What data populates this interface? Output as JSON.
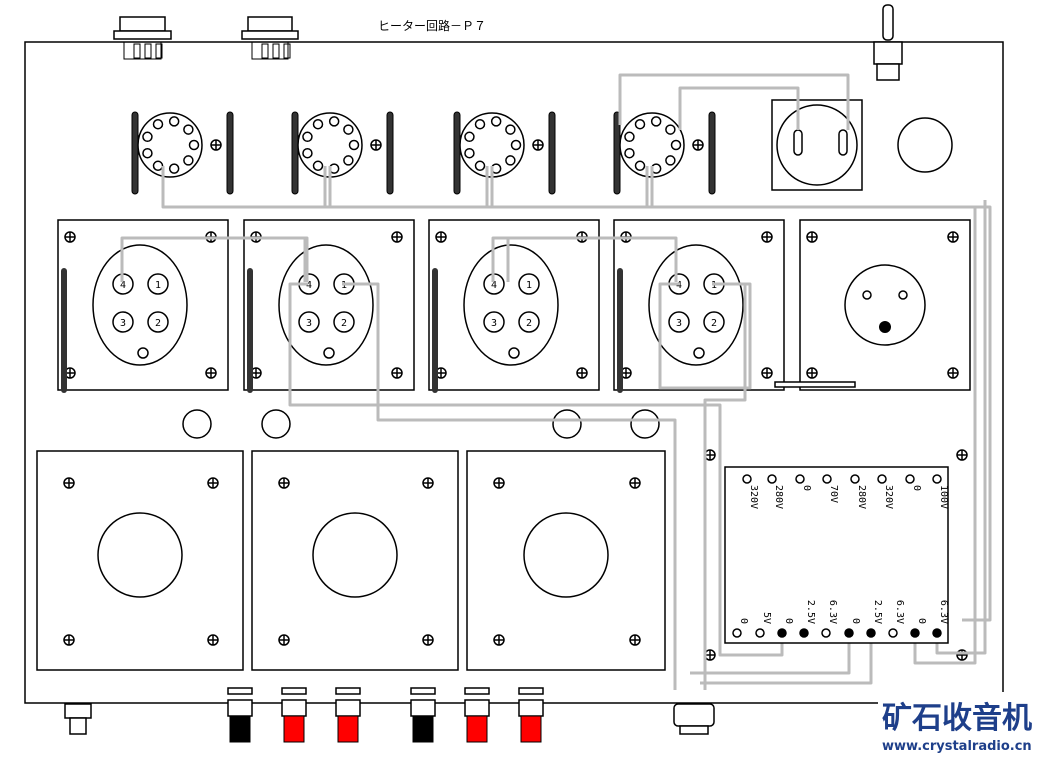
{
  "title": "ヒーター回路－Ｐ７",
  "tube_sockets_4pin": {
    "pins": [
      "1",
      "2",
      "3",
      "4"
    ]
  },
  "transformer": {
    "top_taps": [
      "320V",
      "280V",
      "0",
      "70V",
      "280V",
      "320V",
      "0",
      "100V"
    ],
    "bottom_taps": [
      "0",
      "5V",
      "0",
      "2.5V",
      "6.3V",
      "0",
      "2.5V",
      "6.3V",
      "0",
      "6.3V"
    ],
    "bottom_connected": [
      false,
      false,
      true,
      true,
      false,
      true,
      true,
      false,
      true,
      true
    ]
  },
  "watermark": {
    "cn": "矿石收音机",
    "url": "www.crystalradio.cn"
  },
  "colors": {
    "wire": "#bbbbbb",
    "line": "#000000",
    "jack_red": "#ff0000",
    "jack_black": "#000000",
    "brand": "#1e3f8a"
  }
}
